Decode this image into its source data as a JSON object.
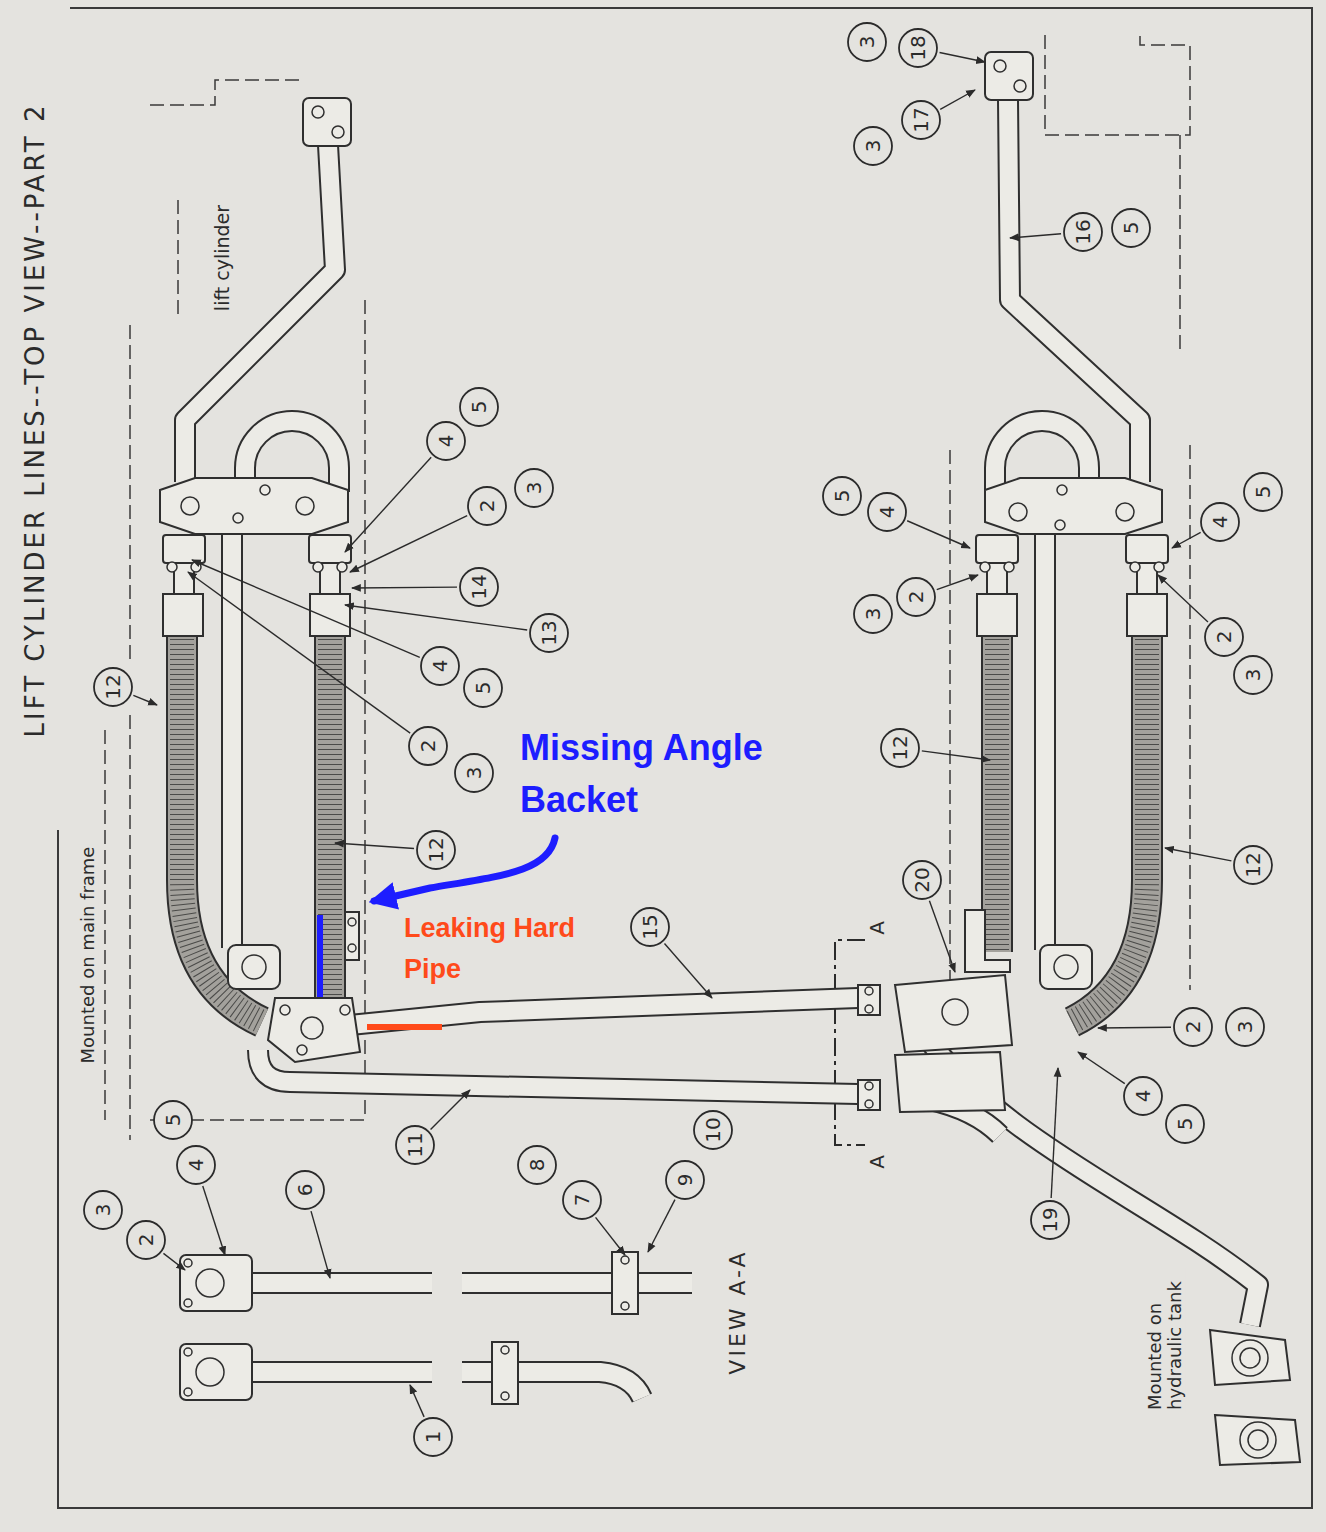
{
  "diagram": {
    "title": "LIFT CYLINDER LINES--TOP VIEW--PART 2",
    "labels": [
      "lift cylinder",
      "Mounted on main frame",
      "Mounted on hydraulic tank",
      "VIEW A-A",
      "A",
      "A",
      "Missing Angle Backet",
      "Leaking Hard Pipe",
      "3",
      "18",
      "3",
      "17",
      "16",
      "5",
      "5",
      "4",
      "3",
      "2",
      "4",
      "5",
      "2",
      "3",
      "12",
      "12",
      "20",
      "2",
      "3",
      "4",
      "5",
      "19",
      "15",
      "11",
      "4",
      "5",
      "2",
      "3",
      "14",
      "13",
      "4",
      "5",
      "2",
      "3",
      "12",
      "12",
      "3",
      "2",
      "5",
      "4",
      "6",
      "8",
      "7",
      "9",
      "10",
      "1"
    ]
  }
}
